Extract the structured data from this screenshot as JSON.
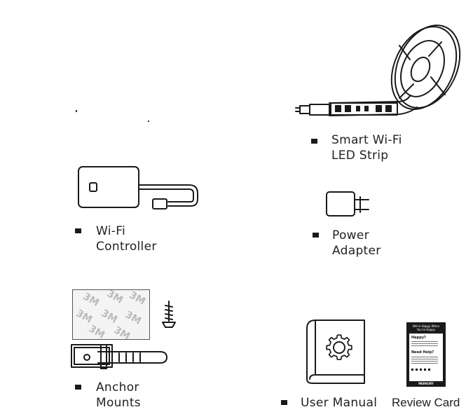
{
  "items": {
    "led_strip": {
      "line1": "Smart Wi-Fi",
      "line2": "LED Strip"
    },
    "controller": {
      "line1": "Wi-Fi",
      "line2": "Controller"
    },
    "adapter": {
      "line1": "Power",
      "line2": "Adapter"
    },
    "mounts": {
      "line1": "Anchor",
      "line2": "Mounts"
    },
    "manual": {
      "label": "User Manual"
    },
    "review": {
      "label": "Review Card"
    }
  },
  "mount_pad": {
    "tape_text": "3M"
  },
  "review_card": {
    "header": "We're Happy When You're Happy",
    "happy": "Happy?",
    "need_help": "Need Help?",
    "brand": "MERKURY"
  }
}
